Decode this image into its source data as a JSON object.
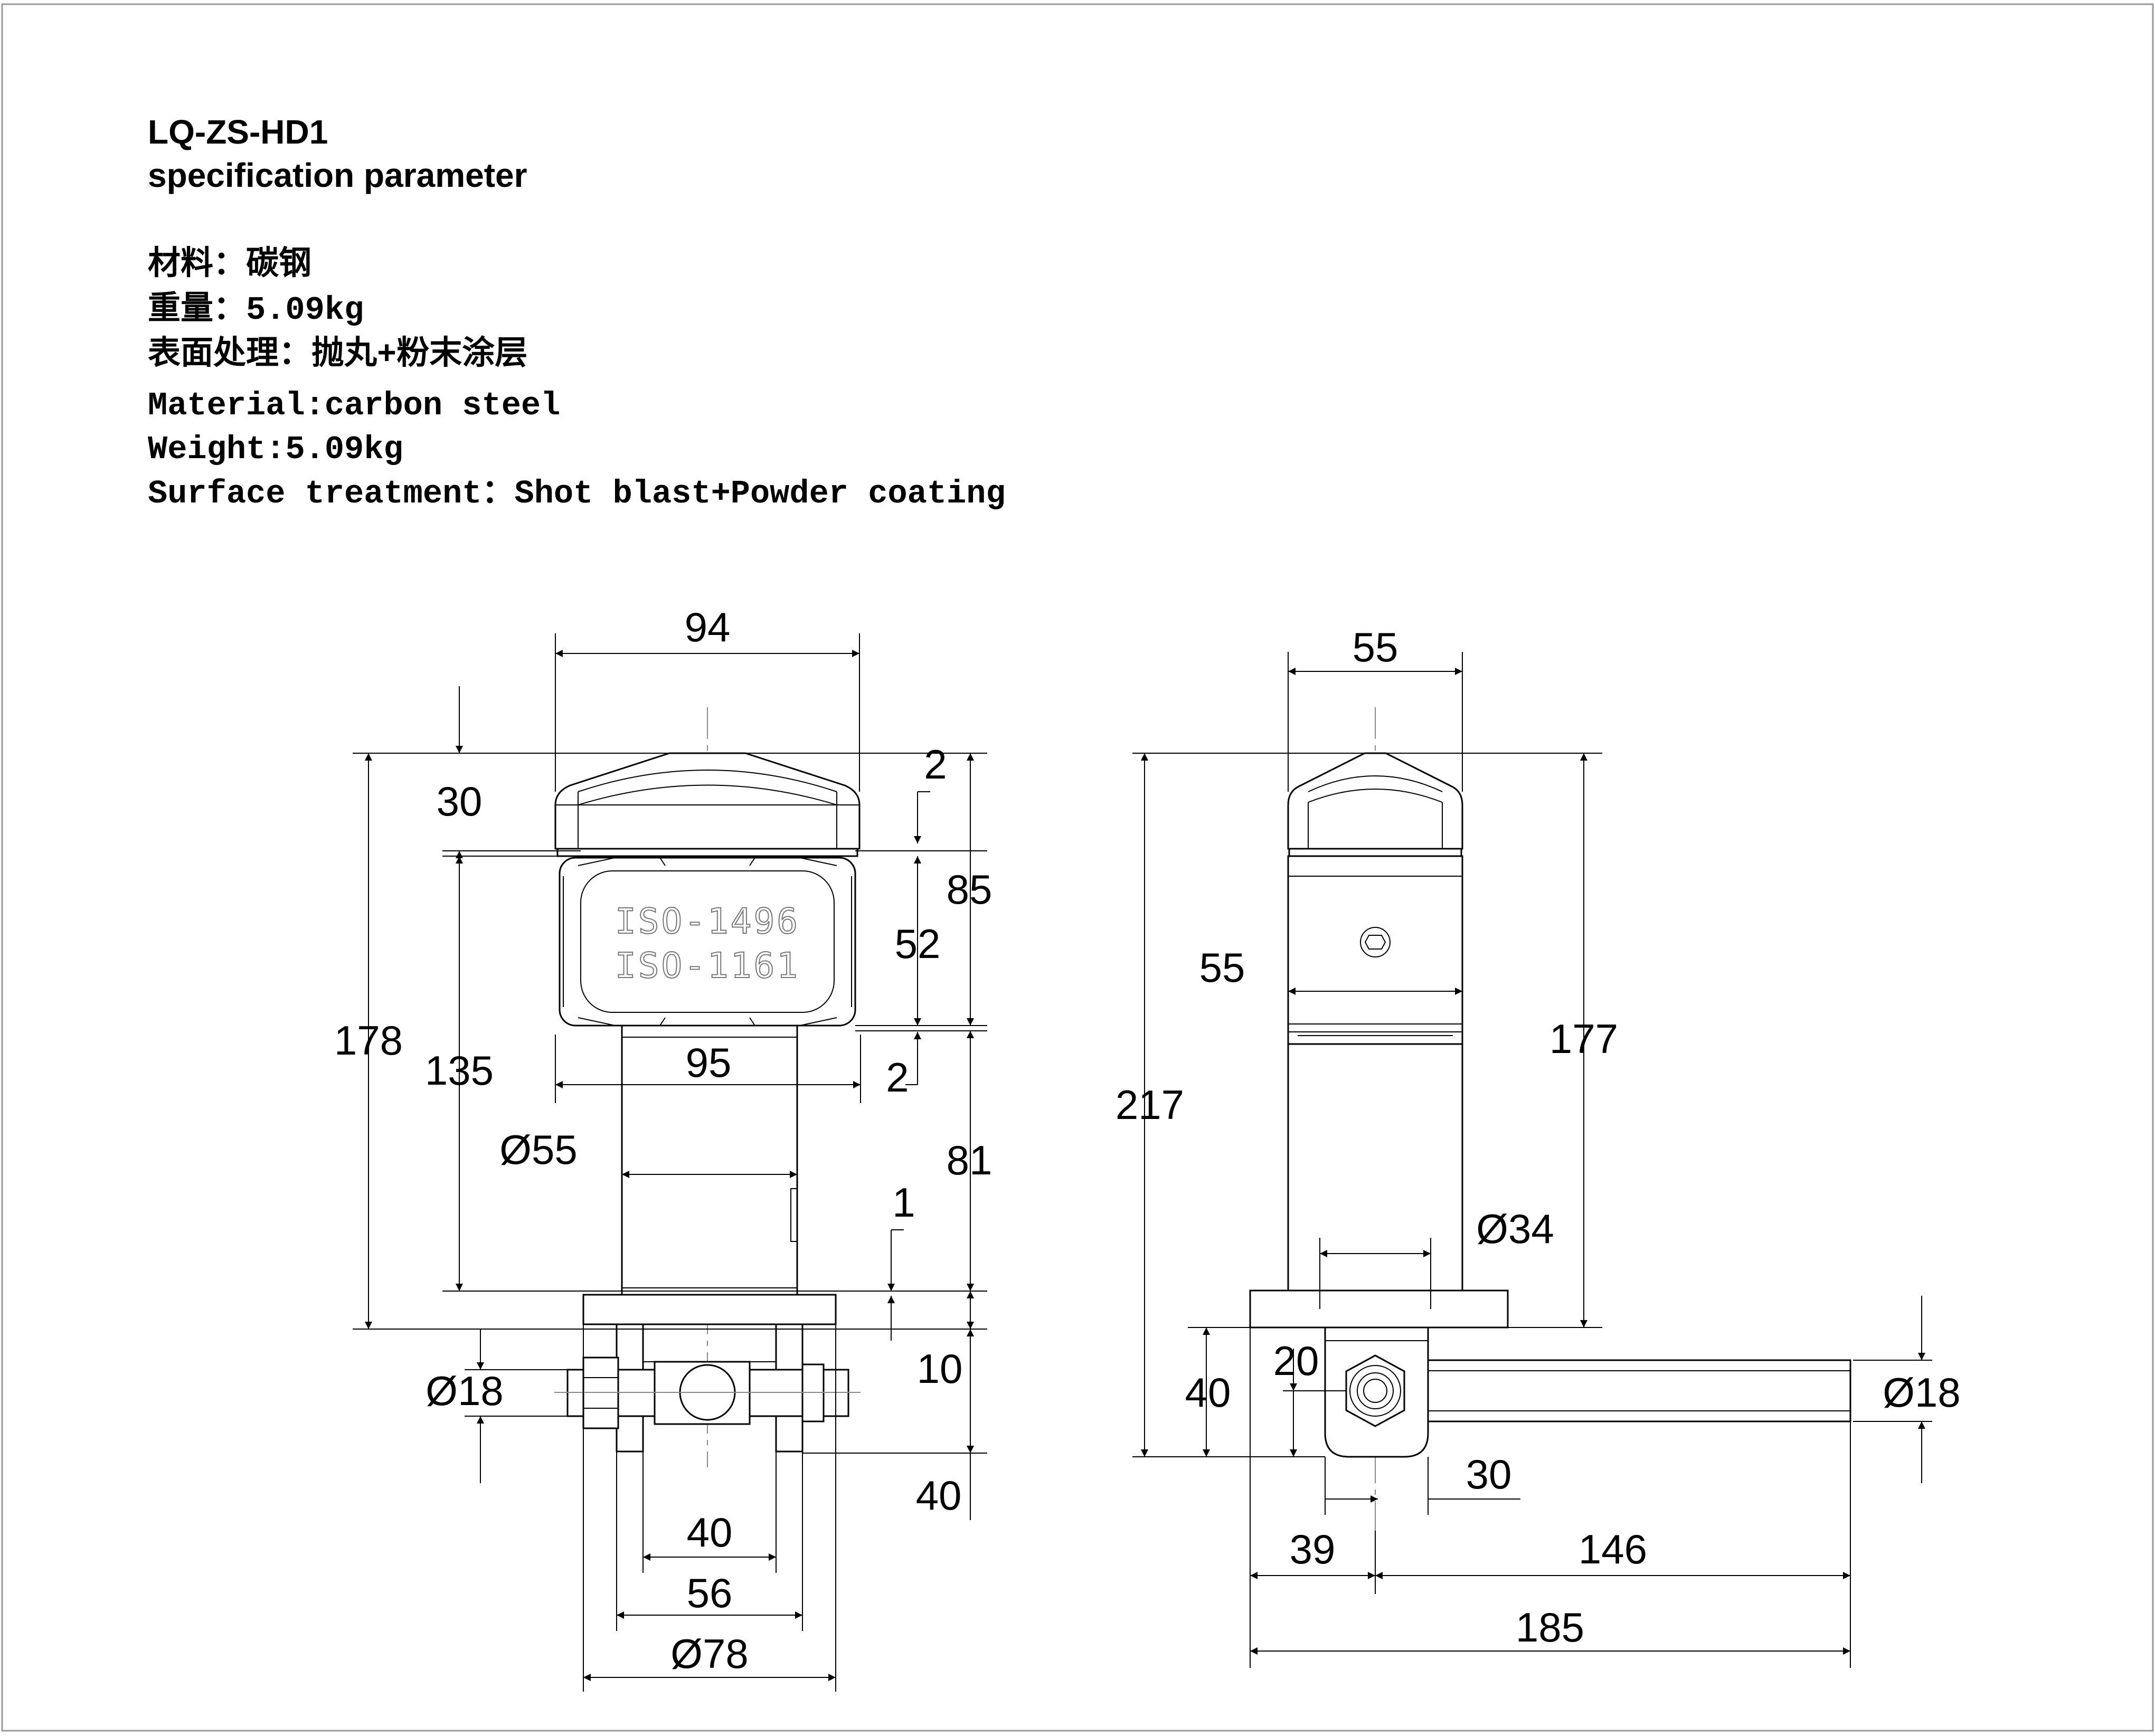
{
  "header": {
    "model": "LQ-ZS-HD1",
    "subtitle": "specification parameter"
  },
  "specs": {
    "material_cn": "材料：碳钢",
    "weight_cn": "重量：5.09kg",
    "surface_cn": "表面处理：抛丸+粉末涂层",
    "material_en": "Material:carbon steel",
    "weight_en": "Weight:5.09kg",
    "surface_en": "Surface treatment：Shot blast+Powder coating"
  },
  "body_marking": {
    "line1": "ISO-1496",
    "line2": "ISO-1161"
  },
  "front_view": {
    "width_top": "94",
    "cap_height": "30",
    "gap_top": "2",
    "body_height": "85",
    "block_height": "52",
    "total_height": "178",
    "shaft_height": "135",
    "width_lower": "95",
    "gap_lower": "2",
    "shaft_diameter": "Ø55",
    "shaft_length": "81",
    "offset": "1",
    "flange_thickness": "10",
    "pin_diameter": "Ø18",
    "bracket_height": "40",
    "inner_width": "40",
    "bracket_width": "56",
    "flange_diameter": "Ø78"
  },
  "side_view": {
    "width_top": "55",
    "block_width": "55",
    "total_height": "217",
    "upper_height": "177",
    "neck_diameter": "Ø34",
    "pin_offset": "20",
    "bracket_height": "40",
    "pin_diameter": "Ø18",
    "lug_width": "30",
    "left_offset": "39",
    "handle_length": "146",
    "overall_length": "185"
  }
}
